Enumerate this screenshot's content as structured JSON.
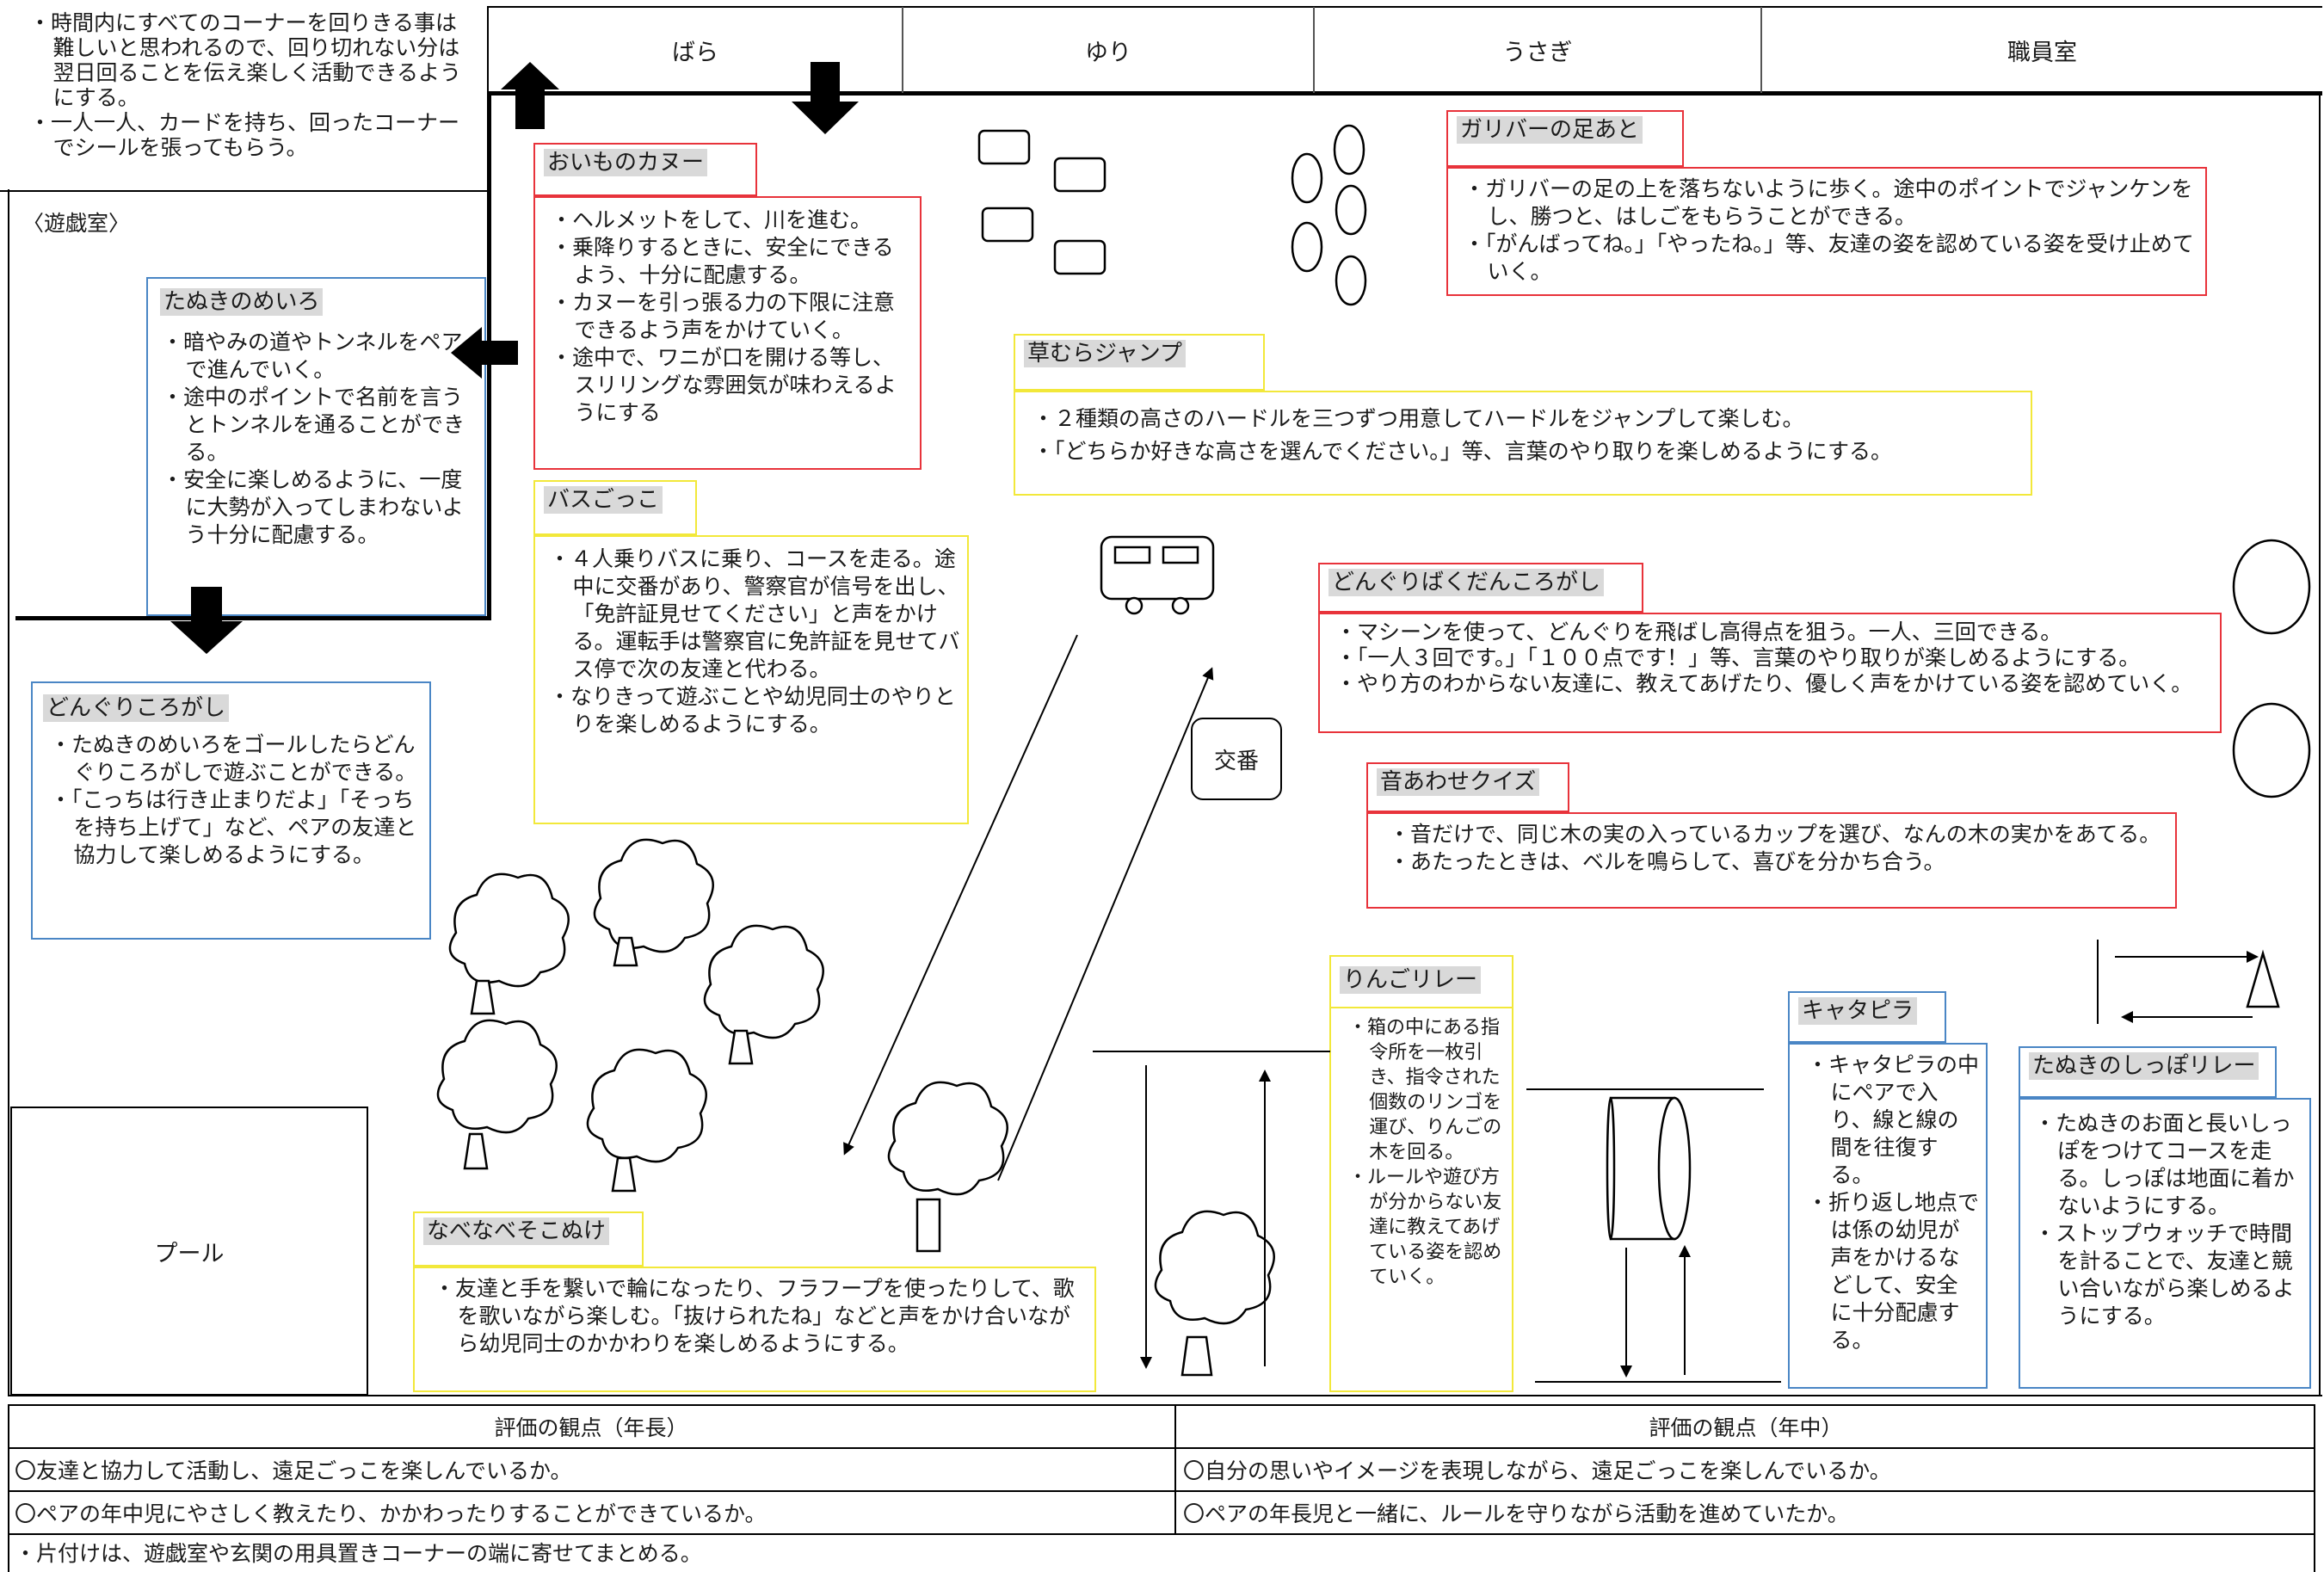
{
  "header": {
    "rooms": [
      "ばら",
      "ゆり",
      "うさぎ",
      "職員室"
    ],
    "top_note": [
      "・時間内にすべてのコーナーを回りきる事は難しいと思われるので、回り切れない分は翌日回ることを伝え楽しく活動できるようにする。",
      "・一人一人、カードを持ち、回ったコーナーでシールを張ってもらう。"
    ],
    "playroom_label": "〈遊戯室〉"
  },
  "corners": {
    "canoe": {
      "title": "おいものカヌー",
      "items": [
        "・ヘルメットをして、川を進む。",
        "・乗降りするときに、安全にできるよう、十分に配慮する。",
        "・カヌーを引っ張る力の下限に注意できるよう声をかけていく。",
        "・途中で、ワニが口を開ける等し、スリリングな雰囲気が味わえるようにする"
      ]
    },
    "gulliver": {
      "title": "ガリバーの足あと",
      "items": [
        "・ガリバーの足の上を落ちないように歩く。途中のポイントでジャンケンをし、勝つと、はしごをもらうことができる。",
        "・「がんばってね。」「やったね。」等、友達の姿を認めている姿を受け止めていく。"
      ]
    },
    "tanuki_maze": {
      "title": "たぬきのめいろ",
      "items": [
        "・暗やみの道やトンネルをペアで進んでいく。",
        "・途中のポイントで名前を言うとトンネルを通ることができる。",
        "・安全に楽しめるように、一度に大勢が入ってしまわないよう十分に配慮する。"
      ]
    },
    "kusamura": {
      "title": "草むらジャンプ",
      "items": [
        "・２種類の高さのハードルを三つずつ用意してハードルをジャンプして楽しむ。",
        "・「どちらか好きな高さを選んでください。」等、言葉のやり取りを楽しめるようにする。"
      ]
    },
    "bus": {
      "title": "バスごっこ",
      "items": [
        "・４人乗りバスに乗り、コースを走る。途中に交番があり、警察官が信号を出し、「免許証見せてください」と声をかける。運転手は警察官に免許証を見せてバス停で次の友達と代わる。",
        "・なりきって遊ぶことや幼児同士のやりとりを楽しめるようにする。"
      ]
    },
    "donguri_bakudan": {
      "title": "どんぐりばくだんころがし",
      "items": [
        "・マシーンを使って、どんぐりを飛ばし高得点を狙う。一人、三回できる。",
        "・「一人３回です。」「１００点です！」等、言葉のやり取りが楽しめるようにする。",
        "・やり方のわからない友達に、教えてあげたり、優しく声をかけている姿を認めていく。"
      ]
    },
    "donguri_korogashi": {
      "title": "どんぐりころがし",
      "items": [
        "・たぬきのめいろをゴールしたらどんぐりころがしで遊ぶことができる。",
        "・「こっちは行き止まりだよ」「そっちを持ち上げて」など、ペアの友達と協力して楽しめるようにする。"
      ]
    },
    "oto": {
      "title": "音あわせクイズ",
      "items": [
        "・音だけで、同じ木の実の入っているカップを選び、なんの木の実かをあてる。",
        "・あたったときは、ベルを鳴らして、喜びを分かち合う。"
      ]
    },
    "ringo": {
      "title": "りんごリレー",
      "items": [
        "・箱の中にある指令所を一枚引き、指令された個数のリンゴを運び、りんごの木を回る。",
        "・ルールや遊び方が分からない友達に教えてあげている姿を認めていく。"
      ]
    },
    "caterpillar": {
      "title": "キャタピラ",
      "items": [
        "・キャタピラの中にペアで入り、線と線の間を往復する。",
        "・折り返し地点では係の幼児が声をかけるなどして、安全に十分配慮する。"
      ]
    },
    "shippo": {
      "title": "たぬきのしっぽリレー",
      "items": [
        "・たぬきのお面と長いしっぽをつけてコースを走る。しっぽは地面に着かないようにする。",
        "・ストップウォッチで時間を計ることで、友達と競い合いながら楽しめるようにする。"
      ]
    },
    "nabe": {
      "title": "なべなべそこぬけ",
      "items": [
        "・友達と手を繋いで輪になったり、フラフープを使ったりして、歌を歌いながら楽しむ。「抜けられたね」などと声をかけ合いながら幼児同士のかかわりを楽しめるようにする。"
      ]
    }
  },
  "map_labels": {
    "koban": "交番",
    "pool": "プール"
  },
  "evaluation": {
    "senior_header": "評価の観点（年長）",
    "middle_header": "評価の観点（年中）",
    "senior_items": [
      "〇友達と協力して活動し、遠足ごっこを楽しんでいるか。",
      "〇ペアの年中児にやさしく教えたり、かかわったりすることができているか。"
    ],
    "middle_items": [
      "〇自分の思いやイメージを表現しながら、遠足ごっこを楽しんでいるか。",
      "〇ペアの年長児と一緒に、ルールを守りながら活動を進めていたか。"
    ]
  },
  "footer_note": "・片付けは、遊戯室や玄関の用具置きコーナーの端に寄せてまとめる。"
}
